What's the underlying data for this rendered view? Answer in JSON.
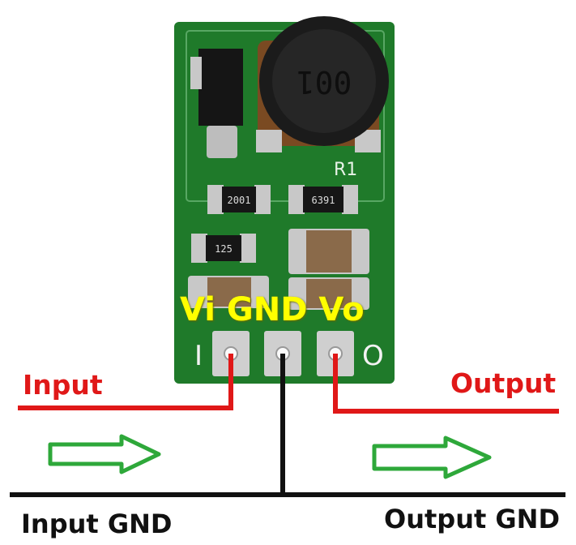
{
  "pins_label": "Vi GND Vo",
  "labels": {
    "input": "Input",
    "output": "Output",
    "input_gnd": "Input GND",
    "output_gnd": "Output GND"
  },
  "board_markings": {
    "inductor": "001",
    "r1": "R1",
    "res_left": "2001",
    "res_right": "6391",
    "res_bottom": "125",
    "pin_left": "I",
    "pin_right": "O"
  },
  "colors": {
    "pcb": "#1f7a2a",
    "input_wire": "#e01818",
    "ground_wire": "#111111",
    "arrow": "#2ea83a",
    "pins_label": "#ffff00"
  }
}
